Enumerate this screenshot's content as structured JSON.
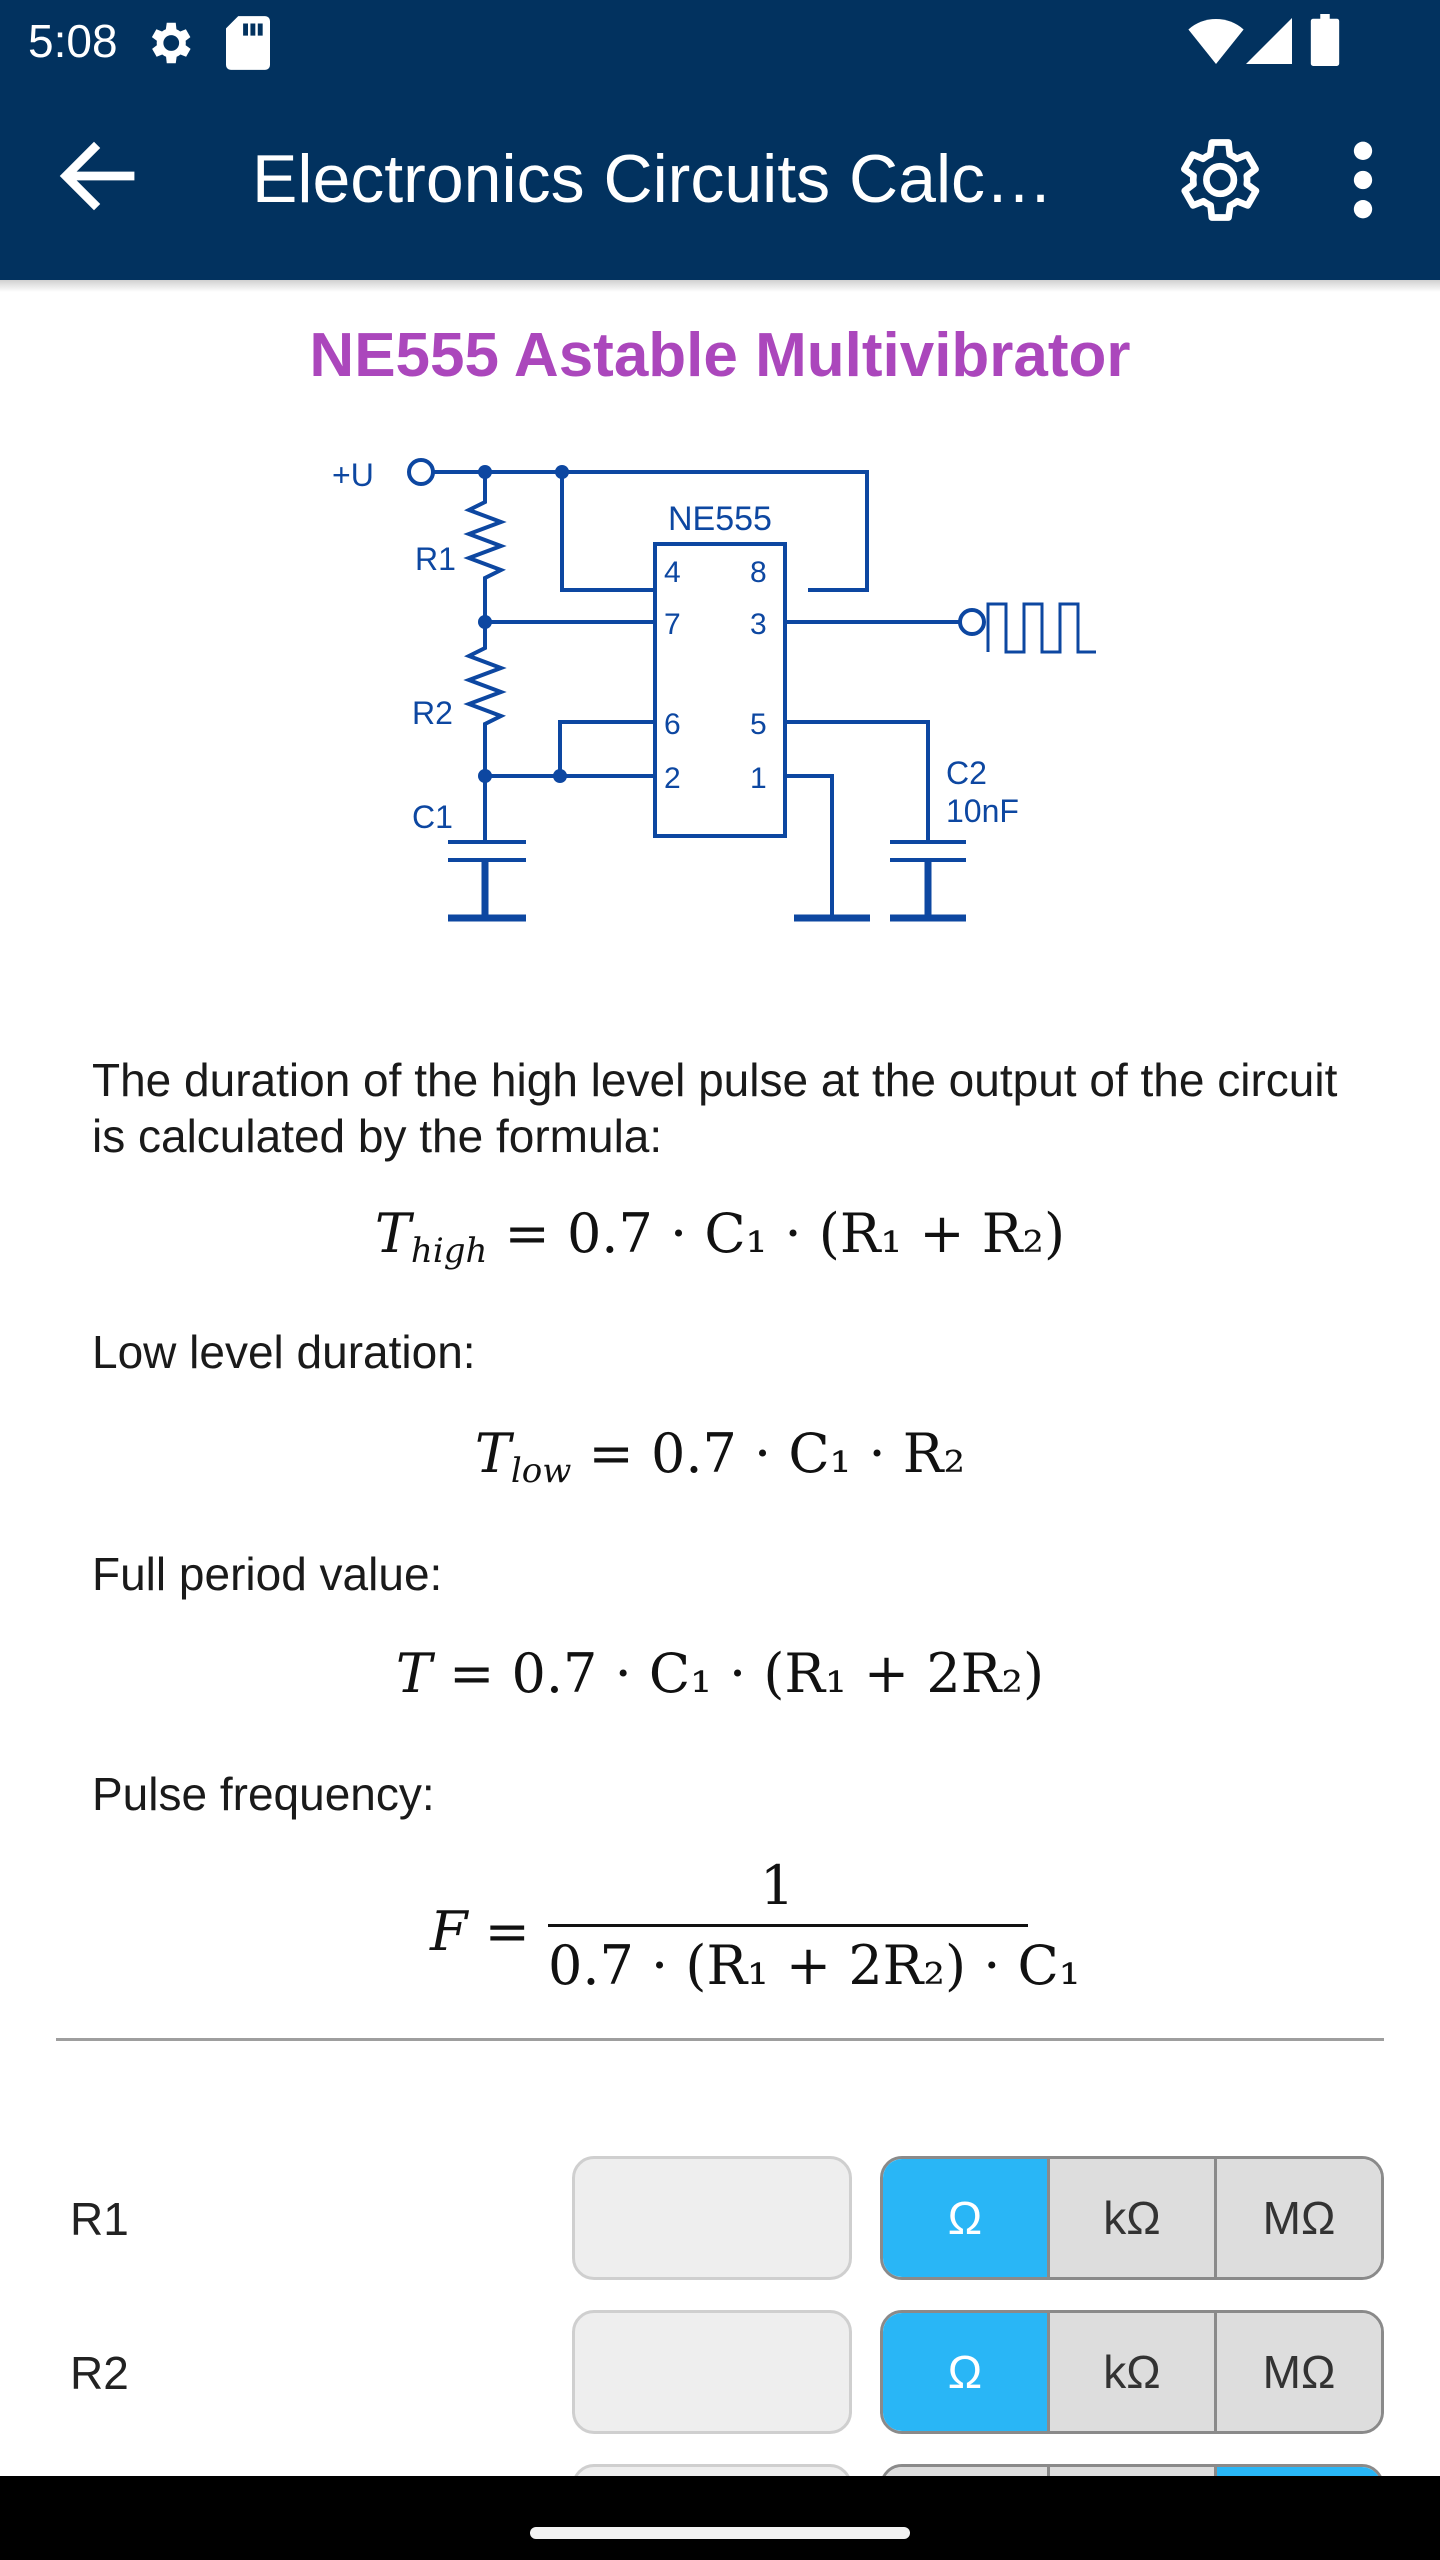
{
  "status_bar": {
    "time": "5:08",
    "icons": [
      "gear-icon",
      "sd-card-icon",
      "wifi-icon",
      "cell-signal-icon",
      "battery-icon"
    ]
  },
  "app_bar": {
    "title": "Electronics Circuits Calc…",
    "back_icon": "arrow-back-icon",
    "settings_icon": "gear-icon",
    "more_icon": "more-vert-icon",
    "color": "#02325f"
  },
  "page": {
    "heading": "NE555 Astable Multivibrator",
    "heading_color": "#ab47bc",
    "schematic": {
      "supply_label": "+U",
      "chip_label": "NE555",
      "r1_label": "R1",
      "r2_label": "R2",
      "c1_label": "C1",
      "c2_label": "C2",
      "c2_value": "10nF",
      "pins": [
        "4",
        "8",
        "7",
        "3",
        "6",
        "5",
        "2",
        "1"
      ],
      "wire_color": "#0d47a1"
    },
    "intro_text": "The duration of the high level pulse at the output of the circuit is calculated by the formula:",
    "formula_high": {
      "lhs": "T",
      "lhs_sub": "high",
      "rhs": "= 0.7 · C₁ · (R₁ + R₂)"
    },
    "low_label": "Low level duration:",
    "formula_low": {
      "lhs": "T",
      "lhs_sub": "low",
      "rhs": "= 0.7 · C₁ · R₂"
    },
    "period_label": "Full period value:",
    "formula_period": {
      "lhs": "T",
      "rhs": "= 0.7 · C₁ · (R₁ + 2R₂)"
    },
    "frequency_label": "Pulse frequency:",
    "formula_freq": {
      "lhs": "F =",
      "numerator": "1",
      "denominator": "0.7 · (R₁ + 2R₂) · C₁"
    }
  },
  "inputs": [
    {
      "label": "R1",
      "value": "",
      "units": [
        "Ω",
        "kΩ",
        "MΩ"
      ],
      "selected_unit": "Ω"
    },
    {
      "label": "R2",
      "value": "",
      "units": [
        "Ω",
        "kΩ",
        "MΩ"
      ],
      "selected_unit": "Ω"
    }
  ],
  "accent_color": "#29b6f6"
}
